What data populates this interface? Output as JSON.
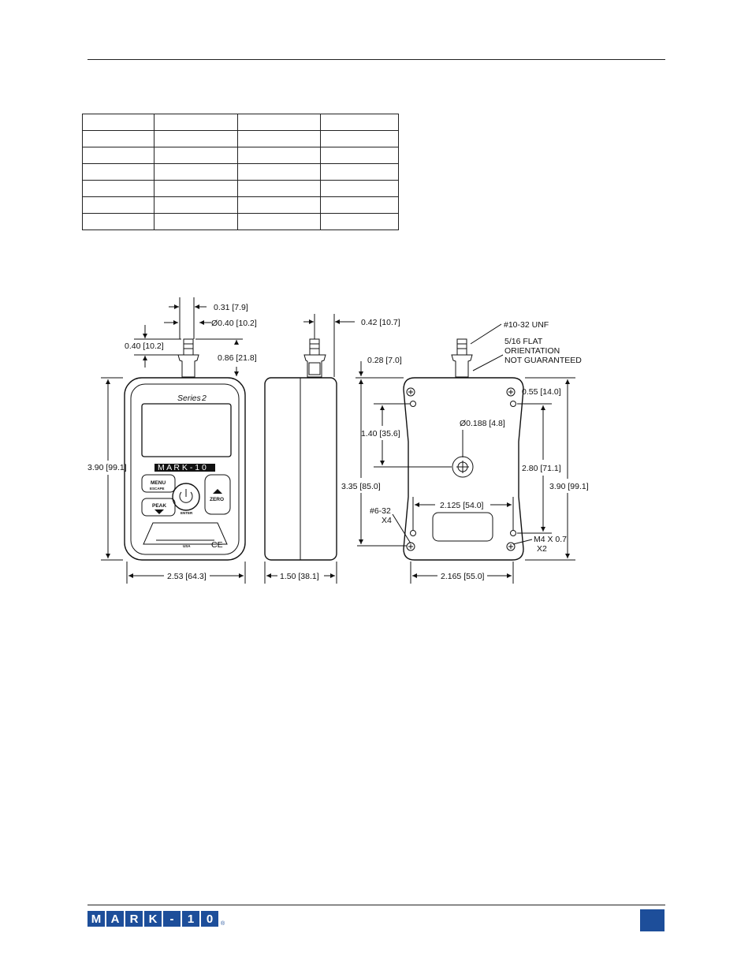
{
  "table": {
    "rows": 7,
    "cols": 4
  },
  "front_view": {
    "brand_letters": [
      "M",
      "A",
      "R",
      "K",
      "-",
      "1",
      "0"
    ],
    "series_label": "Series",
    "series_number": "2",
    "keys": {
      "menu": "MENU",
      "escape": "ESCAPE",
      "peak": "PEAK",
      "zero": "ZERO",
      "enter": "ENTER",
      "usa": "USA",
      "ce": "CE"
    }
  },
  "dimensions": {
    "shaft_width": "0.31 [7.9]",
    "collar_dia": "Ø0.40 [10.2]",
    "collar_height": "0.40 [10.2]",
    "shaft_height": "0.86 [21.8]",
    "front_height": "3.90 [99.1]",
    "front_width": "2.53 [64.3]",
    "side_shaft": "0.42 [10.7]",
    "side_width": "1.50 [38.1]",
    "thread": "#10-32 UNF",
    "flat_note_1": "5/16 FLAT",
    "flat_note_2": "ORIENTATION",
    "flat_note_3": "NOT GUARANTEED",
    "shaft_offset": "0.28 [7.0]",
    "hole_offset": "0.55 [14.0]",
    "hole_dia": "Ø0.188 [4.8]",
    "hole_height": "1.40 [35.6]",
    "rear_mount_height": "3.35 [85.0]",
    "hole_spacing_v": "2.80 [71.1]",
    "rear_height": "3.90 [99.1]",
    "hole_spacing_h": "2.125 [54.0]",
    "screw_632": "#6-32",
    "screw_632_qty": "X4",
    "screw_m4": "M4 X 0.7",
    "screw_m4_qty": "X2",
    "rear_width": "2.165 [55.0]"
  },
  "footer": {
    "logo_letters": [
      "M",
      "A",
      "R",
      "K",
      "-",
      "1",
      "0"
    ],
    "registered": "®"
  },
  "colors": {
    "brand": "#1d4e9a"
  }
}
